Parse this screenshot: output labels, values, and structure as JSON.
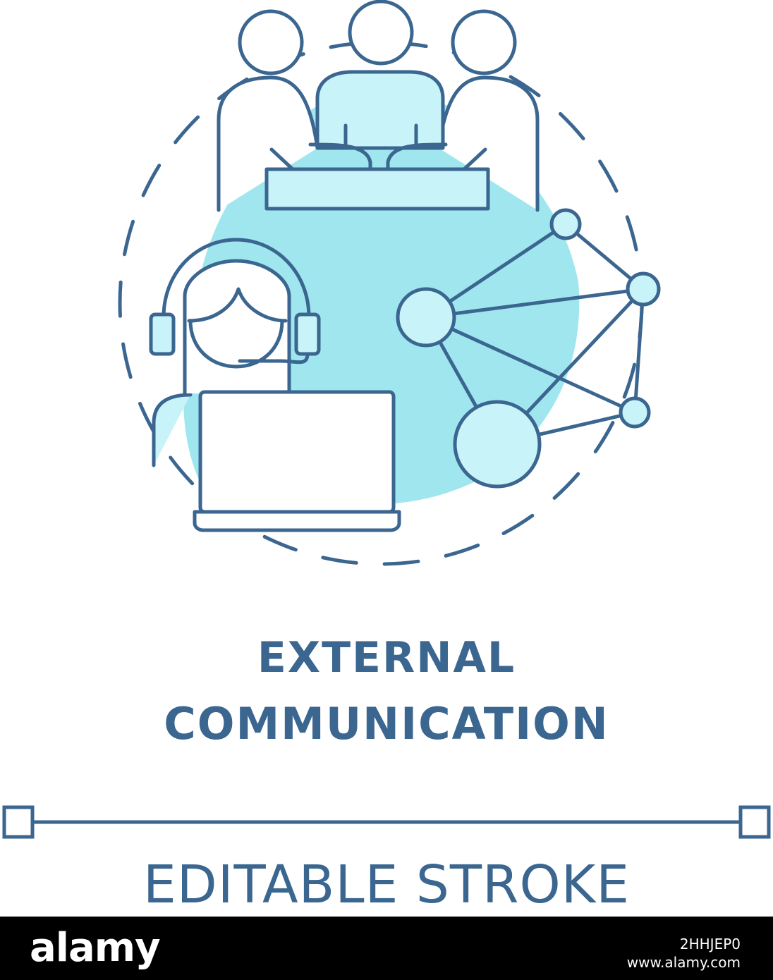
{
  "colors": {
    "stroke": "#3a6690",
    "fill_light": "#c8f3f8",
    "fill_accent": "#a0e6ef",
    "background": "#ffffff",
    "footer_bg": "#000000",
    "footer_text": "#ffffff"
  },
  "icons": [
    "team-meeting-icon",
    "support-agent-headset-icon",
    "laptop-icon",
    "network-nodes-icon",
    "dashed-circle-frame"
  ],
  "title": {
    "line1": "EXTERNAL",
    "line2": "COMMUNICATION"
  },
  "editable_label": "EDITABLE STROKE",
  "footer": {
    "logo": "alamy",
    "image_id": "2HHJEP0",
    "url": "www.alamy.com"
  }
}
